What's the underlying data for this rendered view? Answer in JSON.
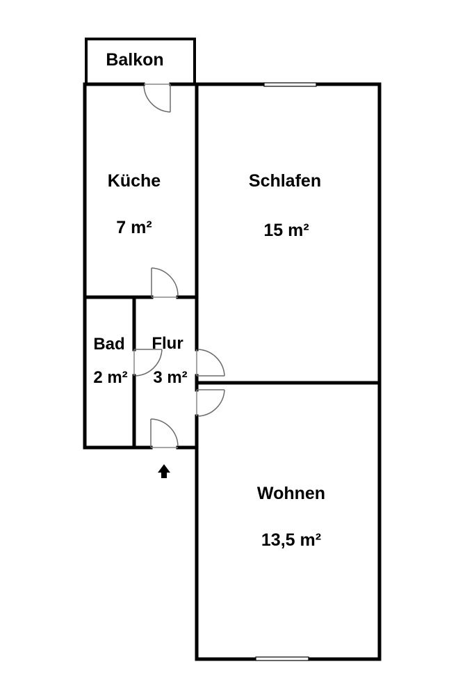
{
  "colors": {
    "wall": "#000000",
    "background": "#ffffff",
    "door_line": "#6a6a6a"
  },
  "rooms": {
    "balkon": {
      "name": "Balkon"
    },
    "kueche": {
      "name": "Küche",
      "area": "7 m²"
    },
    "schlafen": {
      "name": "Schlafen",
      "area": "15 m²"
    },
    "bad": {
      "name": "Bad",
      "area": "2 m²"
    },
    "flur": {
      "name": "Flur",
      "area": "3 m²"
    },
    "wohnen": {
      "name": "Wohnen",
      "area": "13,5 m²"
    }
  },
  "icons": {
    "entrance": "arrow-up-icon"
  }
}
